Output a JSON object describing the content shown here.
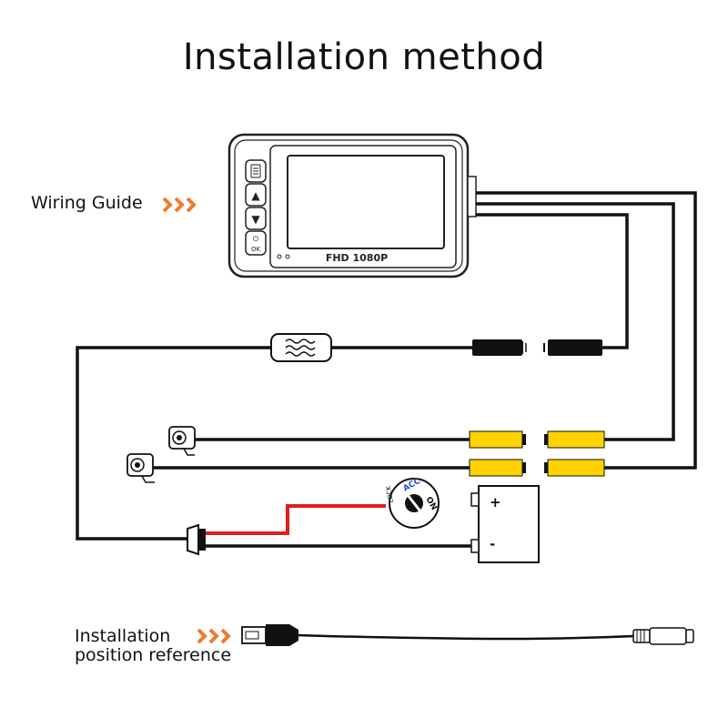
{
  "title": "Installation method",
  "wiring_guide_label": "Wiring Guide",
  "install_label_line1": "Installation",
  "install_label_line2": "position reference",
  "screen_caption": "FHD 1080P",
  "ignition_labels": {
    "acc": "ACC",
    "on": "ON",
    "lock": "LOCK"
  },
  "battery_labels": {
    "plus": "+",
    "minus": "-"
  },
  "button_glyphs": {
    "up": "▲",
    "down": "▼",
    "power": "⏻",
    "ok": "OK"
  },
  "colors": {
    "arrow": "#f07a2a",
    "connector_yellow": "#ffd200",
    "wire": "#111111",
    "red_wire": "#e11d1d"
  }
}
